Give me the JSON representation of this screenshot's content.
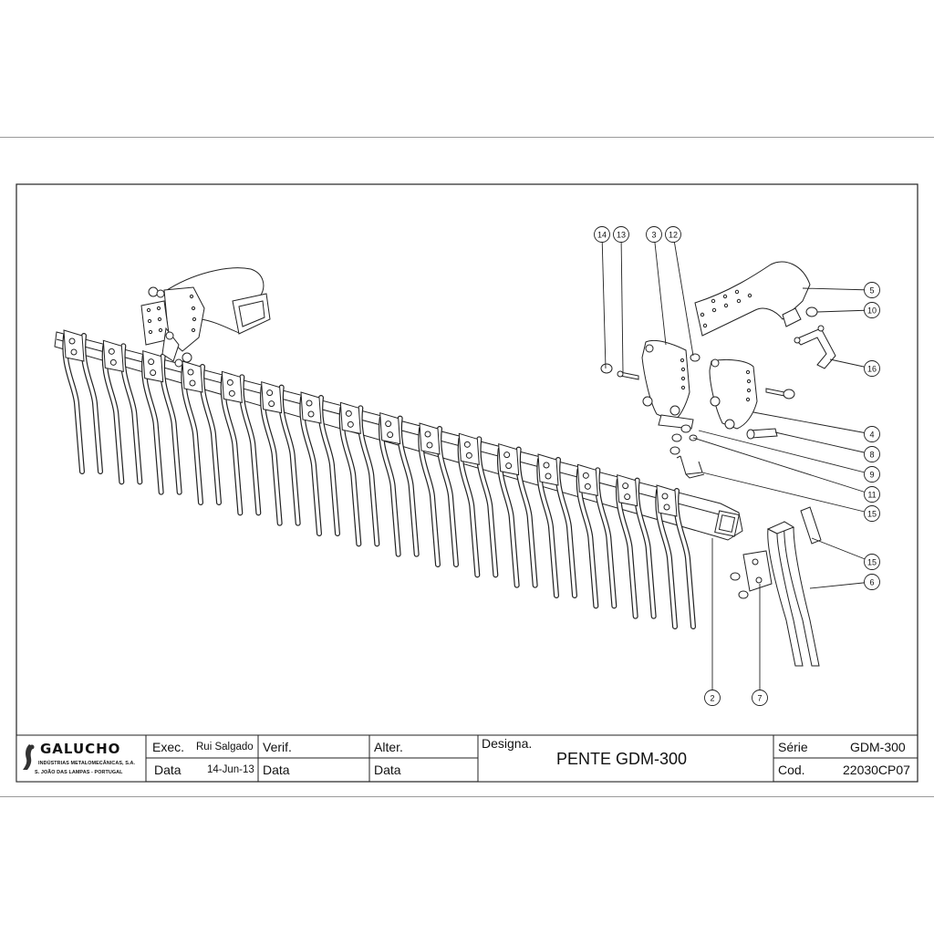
{
  "parts_callouts": [
    "14",
    "13",
    "3",
    "12",
    "5",
    "10",
    "16",
    "4",
    "8",
    "9",
    "11",
    "15",
    "15",
    "6",
    "2",
    "7"
  ],
  "title_block": {
    "company": {
      "name": "GALUCHO",
      "line1": "INDÚSTRIAS METALOMECÂNICAS, S.A.",
      "line2": "S. JOÃO DAS LAMPAS - PORTUGAL"
    },
    "exec_label": "Exec.",
    "exec_value": "Rui Salgado",
    "data_label": "Data",
    "data_value": "14-Jun-13",
    "verif_label": "Verif.",
    "verif_data_label": "Data",
    "alter_label": "Alter.",
    "alter_data_label": "Data",
    "designa_label": "Designa.",
    "designa_value": "PENTE GDM-300",
    "serie_label": "Série",
    "serie_value": "GDM-300",
    "cod_label": "Cod.",
    "cod_value": "22030CP07"
  }
}
